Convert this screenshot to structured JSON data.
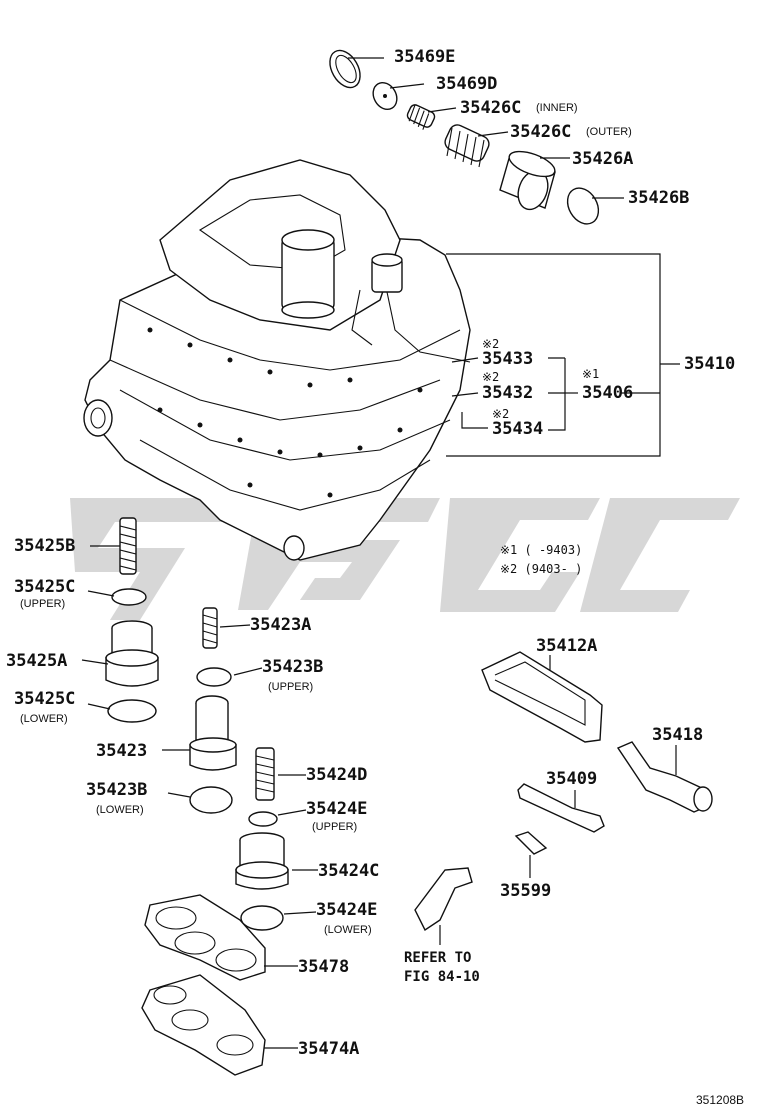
{
  "diagram": {
    "figure_code": "351208B",
    "refer_line1": "REFER TO",
    "refer_line2": "FIG 84-10",
    "date_notes": {
      "note1": "※1 (      -9403)",
      "note2": "※2 (9403-      )"
    },
    "parts": {
      "p35469E": {
        "code": "35469E"
      },
      "p35469D": {
        "code": "35469D"
      },
      "p35426C_inner": {
        "code": "35426C",
        "sub": "(INNER)"
      },
      "p35426C_outer": {
        "code": "35426C",
        "sub": "(OUTER)"
      },
      "p35426A": {
        "code": "35426A"
      },
      "p35426B": {
        "code": "35426B"
      },
      "p35410": {
        "code": "35410"
      },
      "p35433": {
        "code": "35433",
        "mark": "※2"
      },
      "p35432": {
        "code": "35432",
        "mark": "※2"
      },
      "p35406": {
        "code": "35406",
        "mark": "※1"
      },
      "p35434": {
        "code": "35434",
        "mark": "※2"
      },
      "p35425B": {
        "code": "35425B"
      },
      "p35425C_upper": {
        "code": "35425C",
        "sub": "(UPPER)"
      },
      "p35425A": {
        "code": "35425A"
      },
      "p35425C_lower": {
        "code": "35425C",
        "sub": "(LOWER)"
      },
      "p35423A": {
        "code": "35423A"
      },
      "p35423B_upper": {
        "code": "35423B",
        "sub": "(UPPER)"
      },
      "p35423": {
        "code": "35423"
      },
      "p35423B_lower": {
        "code": "35423B",
        "sub": "(LOWER)"
      },
      "p35424D": {
        "code": "35424D"
      },
      "p35424E_upper": {
        "code": "35424E",
        "sub": "(UPPER)"
      },
      "p35424C": {
        "code": "35424C"
      },
      "p35424E_lower": {
        "code": "35424E",
        "sub": "(LOWER)"
      },
      "p35478": {
        "code": "35478"
      },
      "p35474A": {
        "code": "35474A"
      },
      "p35412A": {
        "code": "35412A"
      },
      "p35418": {
        "code": "35418"
      },
      "p35409": {
        "code": "35409"
      },
      "p35599": {
        "code": "35599"
      }
    }
  }
}
